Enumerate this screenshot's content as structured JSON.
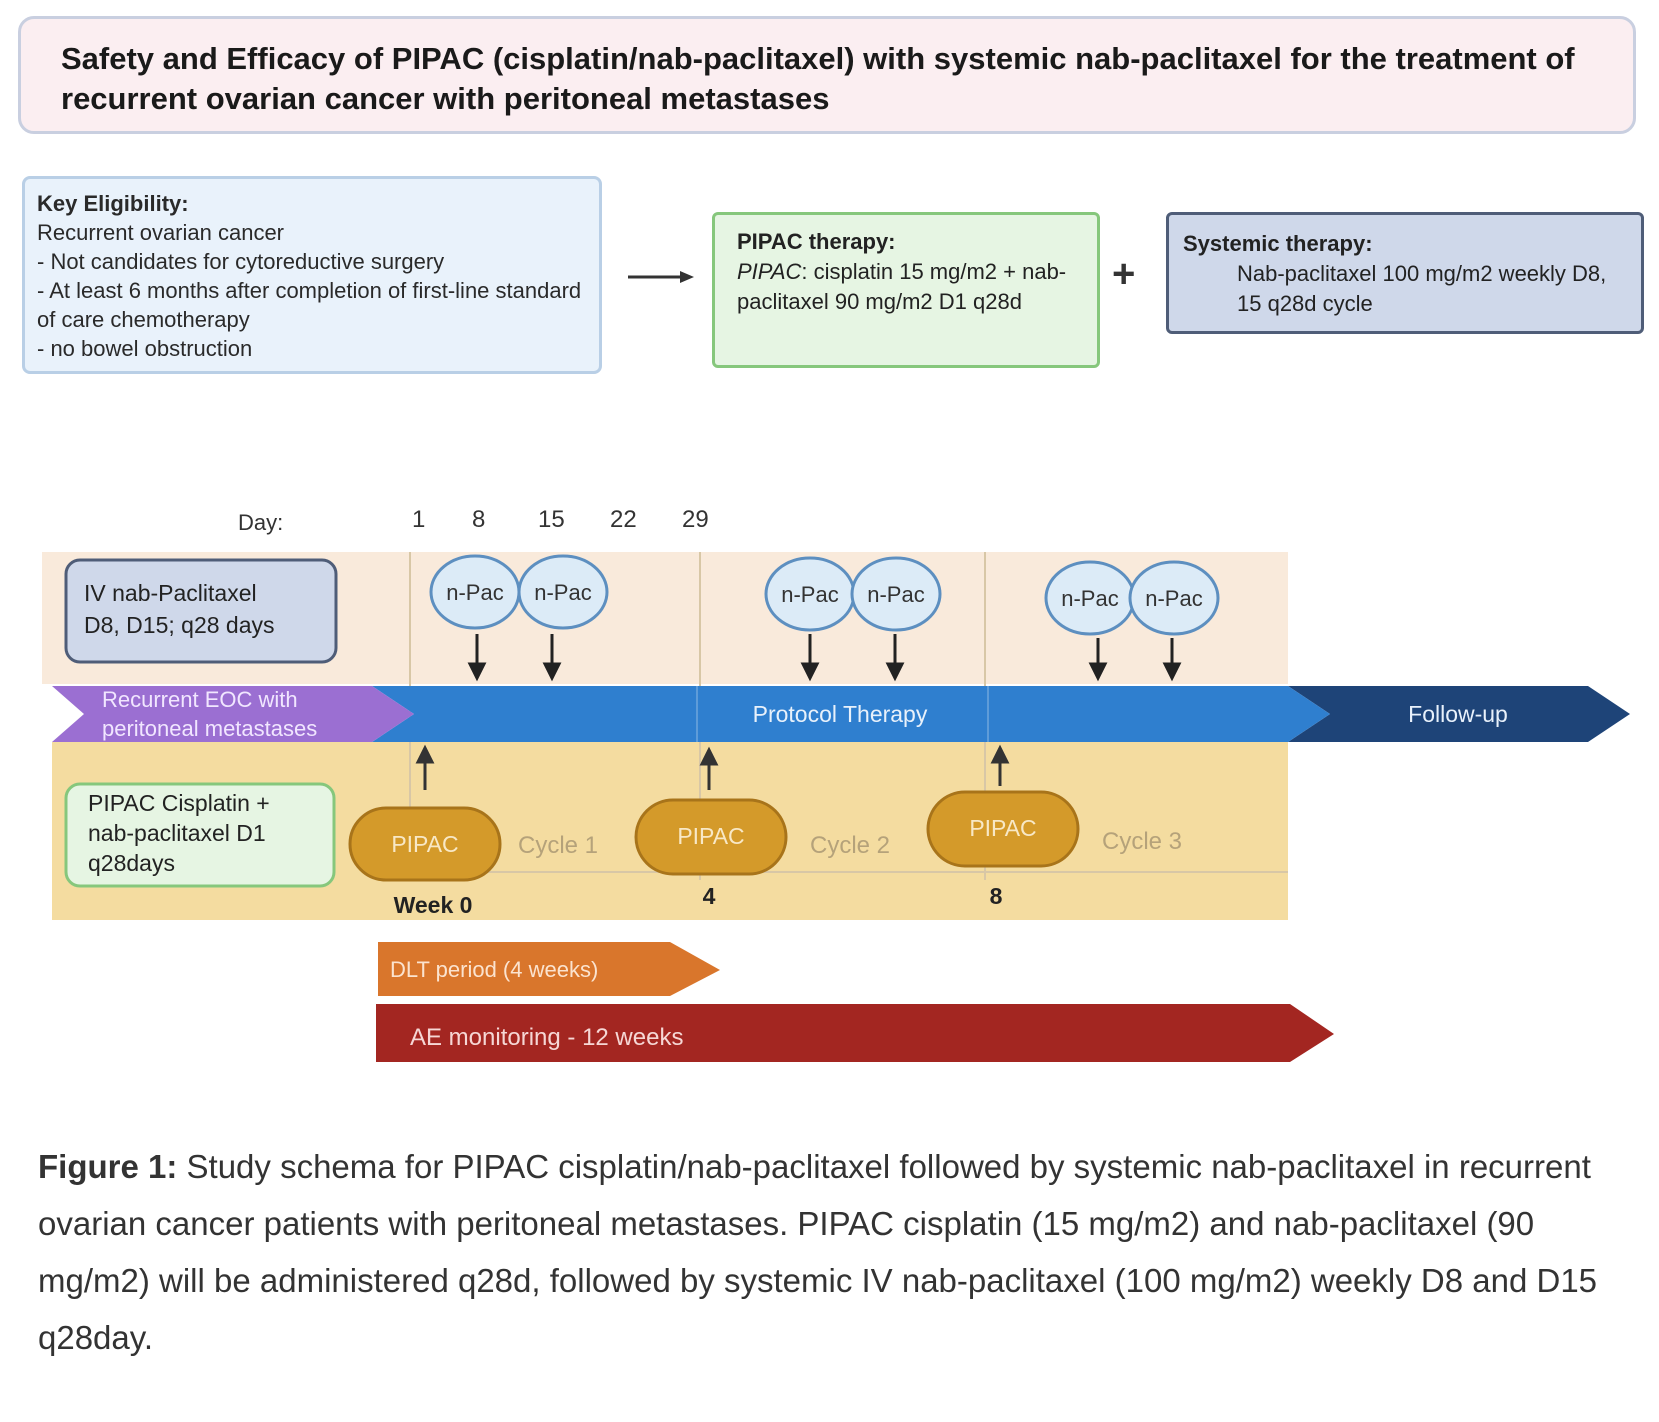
{
  "title": "Safety and Efficacy of PIPAC (cisplatin/nab-paclitaxel) with systemic nab-paclitaxel for the treatment of recurrent ovarian cancer with peritoneal metastases",
  "eligibility": {
    "heading": "Key Eligibility:",
    "lines": [
      "Recurrent ovarian cancer",
      "- Not candidates for cytoreductive surgery",
      "- At least 6 months after completion of first-line standard of care chemotherapy",
      "- no bowel obstruction"
    ]
  },
  "pipac_therapy": {
    "heading": "PIPAC therapy:",
    "italic_prefix": "PIPAC",
    "body": ": cisplatin 15 mg/m2 + nab-paclitaxel 90 mg/m2 D1 q28d"
  },
  "plus": "+",
  "systemic_therapy": {
    "heading": "Systemic therapy:",
    "body": "Nab-paclitaxel 100 mg/m2 weekly D8, 15 q28d cycle"
  },
  "timeline": {
    "day_label": "Day:",
    "days": [
      "1",
      "8",
      "15",
      "22",
      "29"
    ],
    "iv_box": "IV nab-Paclitaxel D8, D15; q28 days",
    "npac_label": "n-Pac",
    "main_arrows": {
      "recurrent": "Recurrent EOC with peritoneal metastases",
      "protocol": "Protocol Therapy",
      "followup": "Follow-up"
    },
    "pipac_box": "PIPAC Cisplatin + nab-paclitaxel D1 q28days",
    "pipac_pill": "PIPAC",
    "cycles": [
      "Cycle 1",
      "Cycle 2",
      "Cycle 3"
    ],
    "weeks": [
      "Week 0",
      "4",
      "8"
    ],
    "dlt": "DLT period (4 weeks)",
    "ae": "AE monitoring - 12 weeks"
  },
  "colors": {
    "purple": "#9b6fd2",
    "protocol_blue": "#2f7fcf",
    "followup_navy": "#1e4478",
    "pipac_gold": "#d49a2a",
    "dlt_orange": "#d9762c",
    "ae_red": "#a32621",
    "npac_fill": "#dcebf7"
  },
  "caption": {
    "heading": "Figure 1:",
    "text": " Study schema for PIPAC cisplatin/nab-paclitaxel followed by systemic nab-paclitaxel in recurrent ovarian cancer patients with peritoneal metastases. PIPAC cisplatin (15 mg/m2) and nab-paclitaxel (90 mg/m2) will be administered q28d, followed by systemic IV nab-paclitaxel (100 mg/m2) weekly D8 and D15 q28day."
  }
}
